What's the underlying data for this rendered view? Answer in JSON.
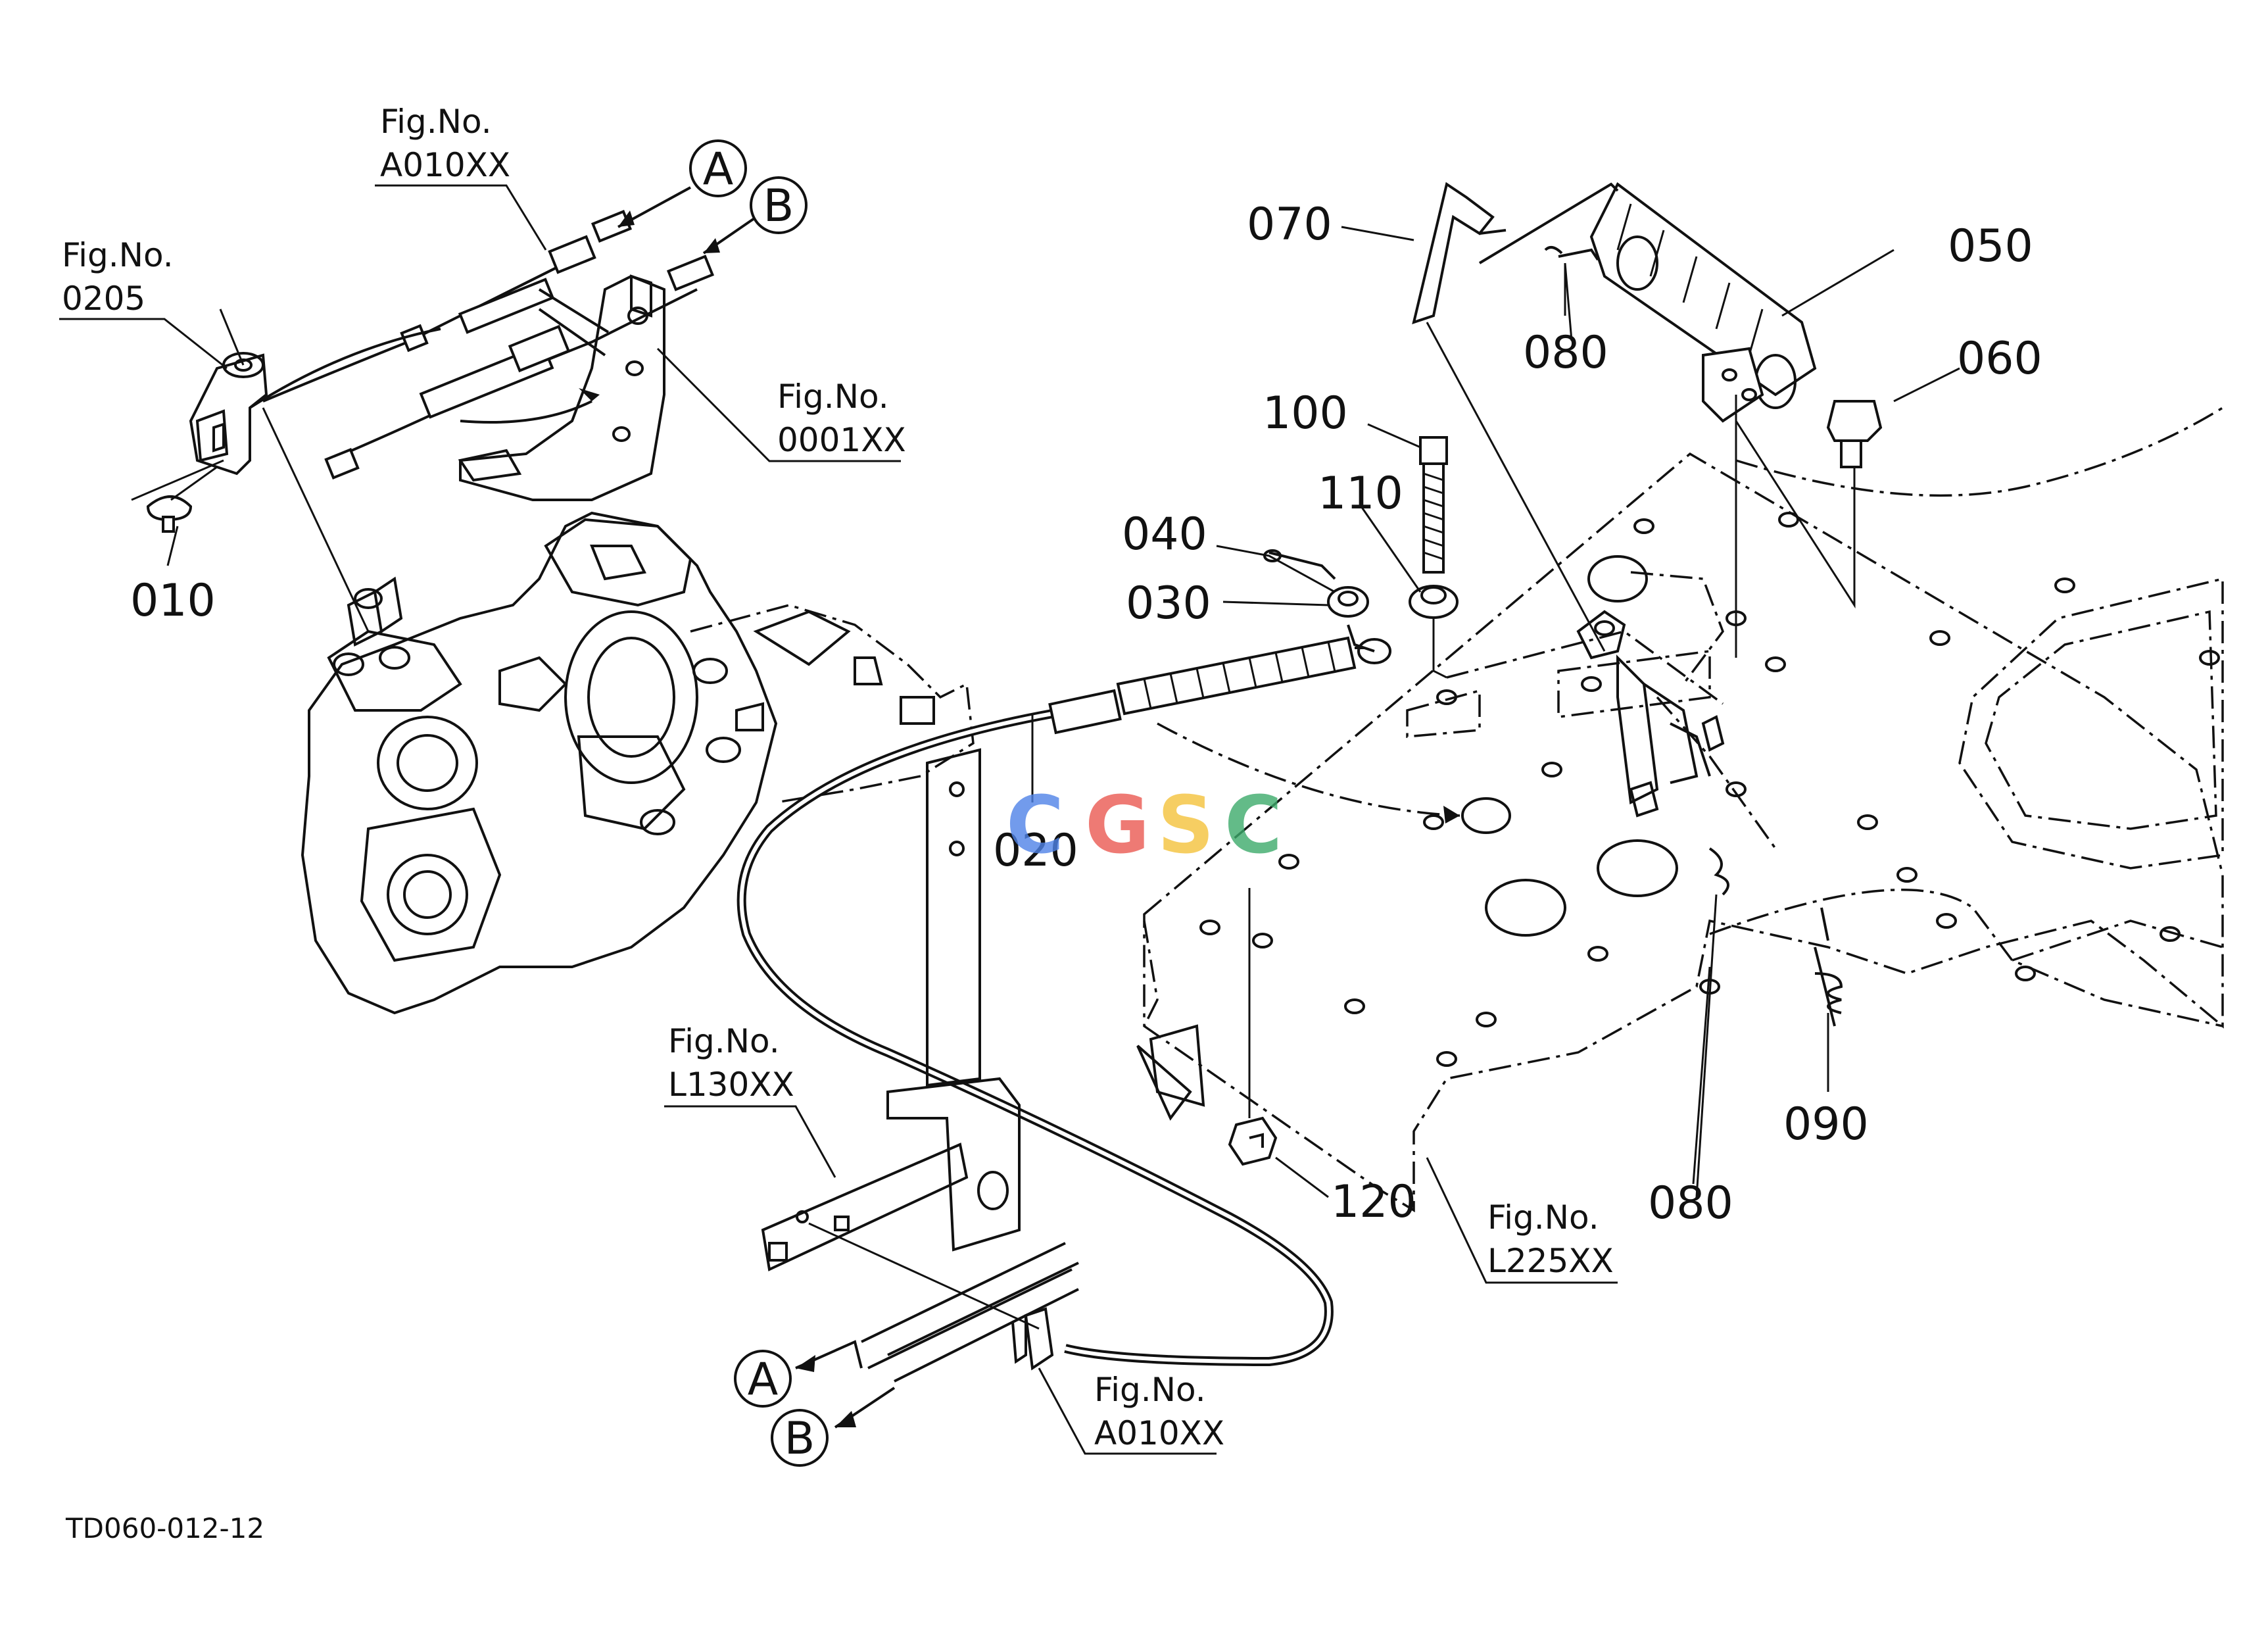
{
  "diagram_code": "TD060-012-12",
  "watermark": {
    "letters": [
      "C",
      "G",
      "S",
      "C"
    ],
    "colors": [
      "#4f83e8",
      "#ea5a52",
      "#f5c33b",
      "#3dab6b"
    ]
  },
  "callouts": {
    "c010": "010",
    "c020": "020",
    "c030": "030",
    "c040": "040",
    "c050": "050",
    "c060": "060",
    "c070": "070",
    "c080a": "080",
    "c080b": "080",
    "c090": "090",
    "c100": "100",
    "c110": "110",
    "c120": "120"
  },
  "figure_refs": {
    "ref_0205": {
      "label": "Fig.No.",
      "code": "0205"
    },
    "ref_a010_top": {
      "label": "Fig.No.",
      "code": "A010XX"
    },
    "ref_0001": {
      "label": "Fig.No.",
      "code": "0001XX"
    },
    "ref_l130": {
      "label": "Fig.No.",
      "code": "L130XX"
    },
    "ref_l225": {
      "label": "Fig.No.",
      "code": "L225XX"
    },
    "ref_a010_bottom": {
      "label": "Fig.No.",
      "code": "A010XX"
    }
  },
  "connectors": {
    "top_a": "A",
    "top_b": "B",
    "bottom_a": "A",
    "bottom_b": "B"
  }
}
